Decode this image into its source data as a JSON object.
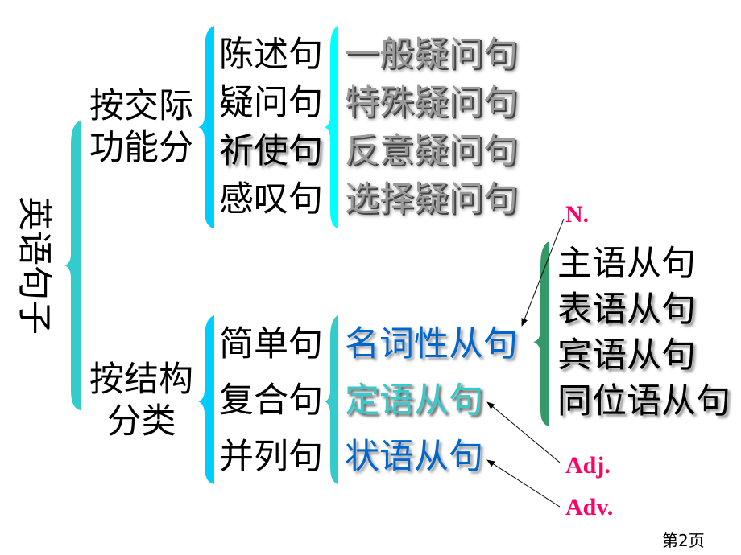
{
  "root": "英语句子",
  "by_function": {
    "label": "按交际功能分",
    "items": [
      "陈述句",
      "疑问句",
      "祈使句",
      "感叹句"
    ]
  },
  "question_types": [
    "一般疑问句",
    "特殊疑问句",
    "反意疑问句",
    "选择疑问句"
  ],
  "by_structure": {
    "label": "按结构分类",
    "items": [
      "简单句",
      "复合句",
      "并列句"
    ]
  },
  "clauses": [
    "名词性从句",
    "定语从句",
    "状语从句"
  ],
  "noun_clauses": [
    "主语从句",
    "表语从句",
    "宾语从句",
    "同位语从句"
  ],
  "annotations": {
    "noun": "N.",
    "adj": "Adj.",
    "adv": "Adv."
  },
  "page_number": "第2页",
  "colors": {
    "brace_teal": "#33cccc",
    "brace_cyan": "#00ccff",
    "brace_aqua": "#00ffff",
    "brace_green": "#339966",
    "annotation": "#ff0066",
    "noun_clause": "#0066cc"
  }
}
